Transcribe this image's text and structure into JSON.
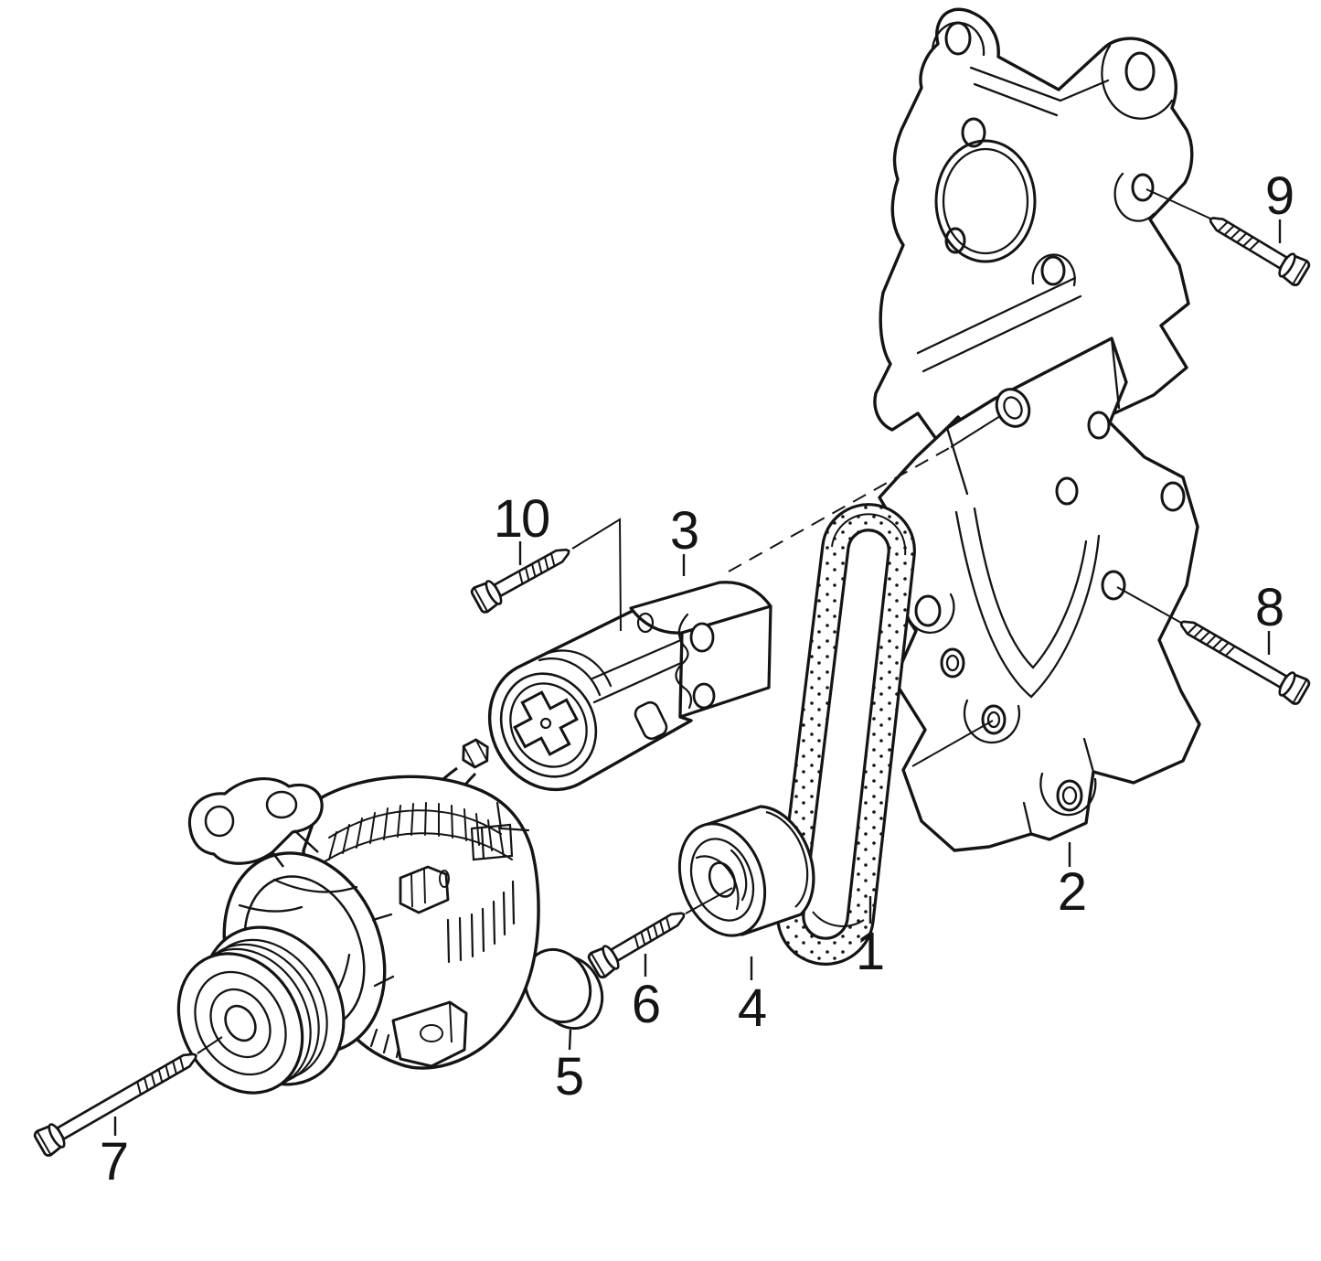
{
  "figure": {
    "type": "exploded-parts-diagram",
    "subject": "alternator with belt tensioner, idler pulley, ribbed belt and mounting brackets",
    "colors": {
      "background": "#ffffff",
      "line": "#141414"
    },
    "callouts": [
      {
        "label": "1"
      },
      {
        "label": "2"
      },
      {
        "label": "3"
      },
      {
        "label": "4"
      },
      {
        "label": "5"
      },
      {
        "label": "6"
      },
      {
        "label": "7"
      },
      {
        "label": "8"
      },
      {
        "label": "9"
      },
      {
        "label": "10"
      }
    ]
  }
}
